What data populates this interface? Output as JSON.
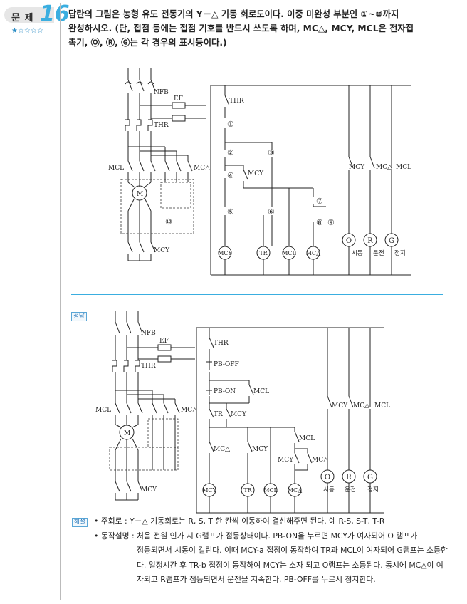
{
  "header": {
    "label": "문 제",
    "number": "16",
    "stars": "★☆☆☆☆"
  },
  "question": {
    "line1": "답란의 그림은 농형 유도 전동기의 Y－△ 기동 회로도이다. 이중 미완성 부분인 ①~⑩까지",
    "line2": "완성하시오. (단, 접점 등에는 접점 기호를 반드시 쓰도록 하며, MC△, MCY, MCL은 전자접",
    "line3": "촉기, Ⓞ, Ⓡ, Ⓖ는 각 경우의 표시등이다.)"
  },
  "diagram_q": {
    "nfb": "NFB",
    "ef": "EF",
    "thr_breaker": "THR",
    "thr_contact": "THR",
    "mcl": "MCL",
    "mcd": "MC△",
    "mcy": "MCY",
    "motor": "M",
    "n1": "①",
    "n2": "②",
    "n3": "③",
    "n4": "④",
    "n5": "⑤",
    "n6": "⑥",
    "n7": "⑦",
    "n8": "⑧",
    "n9": "⑨",
    "n10": "⑩",
    "mcy_contact": "MCY",
    "coil1": "MCY",
    "coil2": "TR",
    "coil3": "MCL",
    "coil4": "MC△",
    "r_mcy": "MCY",
    "r_mcd": "MC△",
    "r_mcl": "MCL",
    "lamp_o": "O",
    "lamp_r": "R",
    "lamp_g": "G",
    "lamp_o_label": "시동",
    "lamp_r_label": "운전",
    "lamp_g_label": "정지"
  },
  "answer_tag": "정답",
  "diagram_a": {
    "nfb": "NFB",
    "ef": "EF",
    "thr_breaker": "THR",
    "thr_contact": "THR",
    "pb_off": "PB-OFF",
    "pb_on": "PB-ON",
    "mcl_seal": "MCL",
    "tr": "TR",
    "mcy_b": "MCY",
    "mcd_b": "MC△",
    "mcy_b2": "MCY",
    "mcl_c": "MCL",
    "mcy_c": "MCY",
    "mcd_c": "MC△",
    "mcl": "MCL",
    "mcd": "MC△",
    "mcy": "MCY",
    "motor": "M",
    "coil1": "MCY",
    "coil2": "TR",
    "coil3": "MCL",
    "coil4": "MC△",
    "r_mcy": "MCY",
    "r_mcd": "MC△",
    "r_mcl": "MCL",
    "lamp_o": "O",
    "lamp_r": "R",
    "lamp_g": "G",
    "lamp_o_label": "시동",
    "lamp_r_label": "운전",
    "lamp_g_label": "정지"
  },
  "explain_tag": "해설",
  "explanation": {
    "l1": "• 주회로 : Y－△ 기동회로는 R, S, T 한 칸씩 이동하여 결선해주면 된다. 예 R-S, S-T, T-R",
    "l2": "• 동작설명 : 처음 전원 인가 시 G램프가 점등상태이다. PB-ON을 누르면 MCY가 여자되어 O 램프가",
    "l3": "점등되면서 시동이 걸린다. 이때 MCY-a 접점이 동작하여 TR과 MCL이 여자되어 G램프는 소등한",
    "l4": "다. 일정시간 후 TR-b 접점이 동작하여 MCY는 소자 되고 O램프는 소등된다. 동시에 MC△이 여",
    "l5": "자되고 R램프가 점등되면서 운전을 지속한다. PB-OFF를 누르시 정지한다."
  }
}
